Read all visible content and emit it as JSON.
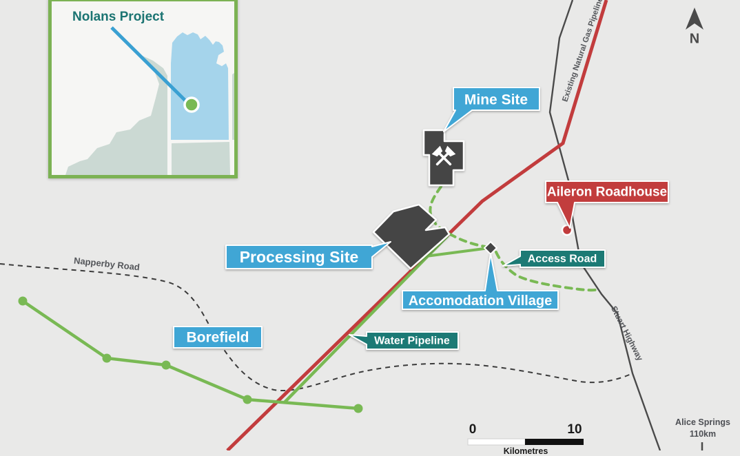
{
  "inset": {
    "title": "Nolans Project"
  },
  "labels": {
    "mine_site": "Mine Site",
    "processing_site": "Processing Site",
    "aileron_roadhouse": "Aileron Roadhouse",
    "access_road": "Access Road",
    "accomodation_village": "Accomodation Village",
    "borefield": "Borefield",
    "water_pipeline": "Water Pipeline"
  },
  "road_names": {
    "napperby_road": "Napperby Road",
    "stuart_highway": "Stuart Highway",
    "gas_pipeline": "Existing Natural Gas Pipeline"
  },
  "compass": {
    "north_label": "N"
  },
  "scale_bar": {
    "start_value": "0",
    "end_value": "10",
    "unit_label": "Kilometres"
  },
  "annotations": {
    "alice_springs": "Alice Springs",
    "alice_distance": "110km"
  },
  "colors": {
    "map_background": "#E9E9E8",
    "label_blue": "#3FA6D5",
    "label_teal": "#1D7A74",
    "label_red": "#C23C3D",
    "feature_green": "#79B954",
    "site_dark": "#454545",
    "inset_border_green": "#7CB254",
    "inset_nt_blue": "#A5D4EB",
    "inset_state_sage": "#CBD9D3",
    "leader_blue": "#3AA0D2",
    "road_text_gray": "#54565A"
  }
}
